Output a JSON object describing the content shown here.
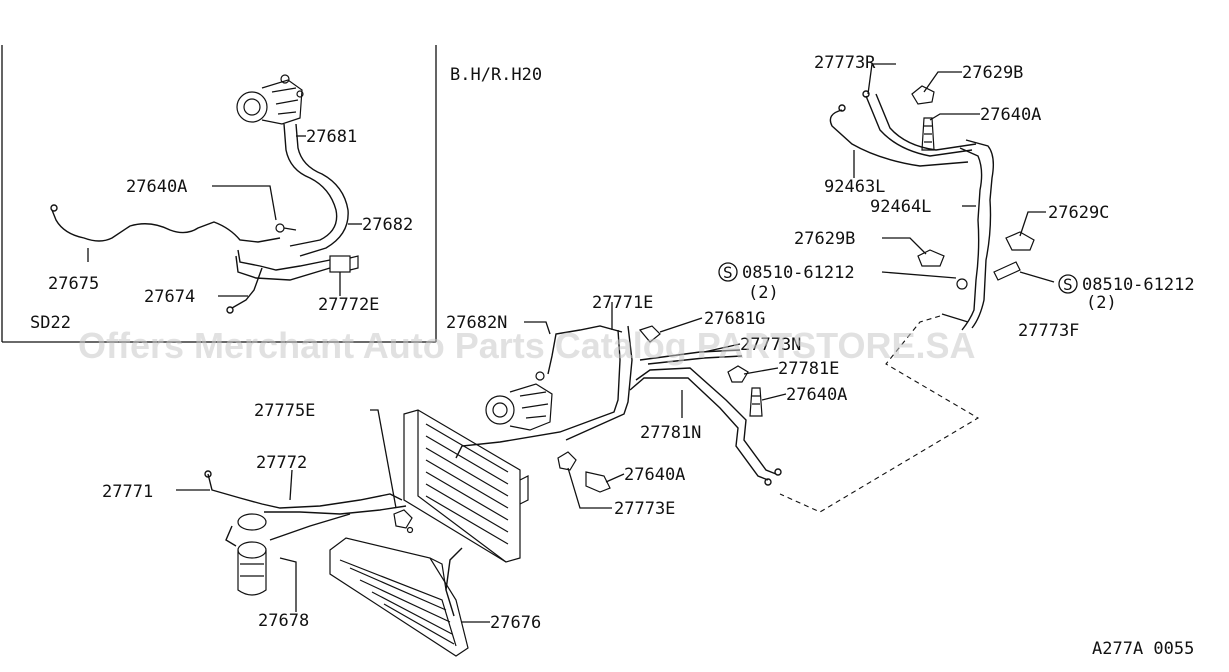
{
  "inset": {
    "variant": "B.H/R.H20",
    "engine": "SD22"
  },
  "labels": {
    "l_27681": "27681",
    "l_27640A_inset": "27640A",
    "l_27682": "27682",
    "l_27675": "27675",
    "l_27674": "27674",
    "l_27772E": "27772E",
    "l_27773R": "27773R",
    "l_27629B_top": "27629B",
    "l_27640A_top": "27640A",
    "l_92463L": "92463L",
    "l_92464L": "92464L",
    "l_27629C": "27629C",
    "l_27629B_mid": "27629B",
    "l_screw_left": "08510-61212",
    "l_screw_left_qty": "(2)",
    "l_screw_right": "08510-61212",
    "l_screw_right_qty": "(2)",
    "l_27773F": "27773F",
    "l_27682N": "27682N",
    "l_27771E": "27771E",
    "l_27681G": "27681G",
    "l_27773N": "27773N",
    "l_27781E": "27781E",
    "l_27640A_main": "27640A",
    "l_27781N": "27781N",
    "l_27775E": "27775E",
    "l_27772": "27772",
    "l_27771": "27771",
    "l_27640A_low": "27640A",
    "l_27773E": "27773E",
    "l_27678": "27678",
    "l_27676": "27676"
  },
  "symbol": "S",
  "watermark": "Offers Merchant Auto Parts Catalog PARTSTORE.SA",
  "drawing_code": "A277A 0055"
}
